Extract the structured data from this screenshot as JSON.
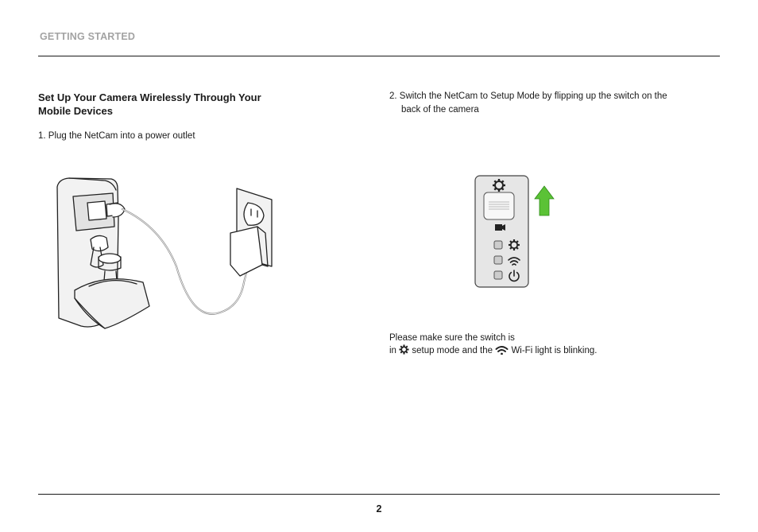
{
  "header": {
    "section": "GETTING STARTED"
  },
  "content": {
    "heading": "Set Up Your Camera Wirelessly Through Your Mobile Devices",
    "step1": "1. Plug the NetCam into a power outlet",
    "step2_first": "2. Switch the NetCam to Setup Mode by flipping up the switch on the",
    "step2_second": "back of the camera",
    "note_line1": "Please make sure the switch is",
    "note_in": "in",
    "note_setup": "setup mode and the",
    "note_end": "Wi-Fi light is blinking."
  },
  "footer": {
    "page_number": "2"
  },
  "icons": [
    "gear-icon",
    "video-camera-icon",
    "wifi-icon",
    "power-icon",
    "up-arrow-icon"
  ],
  "colors": {
    "arrow": "#5bc236",
    "rule": "#1a1a1a",
    "section_label": "#a3a3a3",
    "panel": "#e6e6e6"
  }
}
